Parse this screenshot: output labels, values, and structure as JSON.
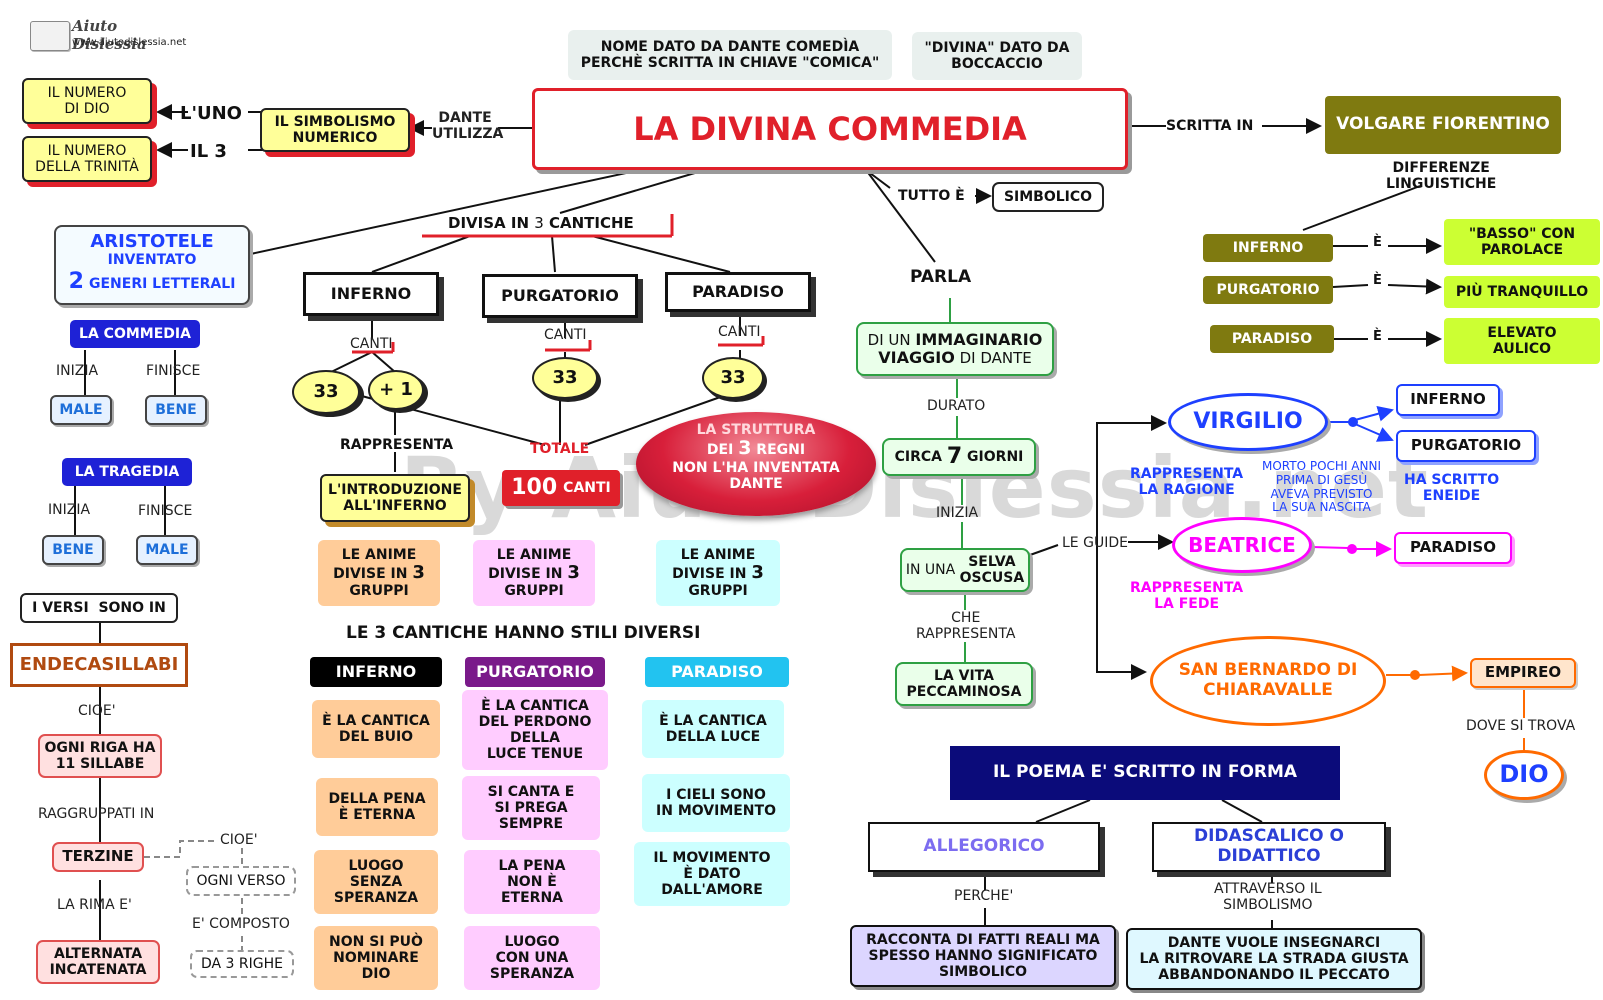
{
  "logo": {
    "name": "Aiuto Dislessia",
    "url": "www.aiutodislessia.net"
  },
  "watermark": "By AiutoDislessia.net",
  "title": "LA DIVINA COMMEDIA",
  "note_comedia": "NOME DATO DA DANTE COMEDÌA\nPERCHÈ SCRITTA IN CHIAVE \"COMICA\"",
  "note_divina": "\"DIVINA\" DATO DA\nBOCCACCIO",
  "symbolism": {
    "dante_utilizza": "DANTE\nUTILIZZA",
    "node": "IL SIMBOLISMO\nNUMERICO",
    "luno": "L'UNO",
    "il3": "IL 3",
    "numero_dio": "IL NUMERO\nDI DIO",
    "numero_trinita": "IL NUMERO\nDELLA TRINITÀ"
  },
  "aristotele": {
    "title": "ARISTOTELE",
    "sub": "INVENTATO",
    "num": "2",
    "generi": "GENERI LETTERALI"
  },
  "commedia_box": {
    "title": "LA COMMEDIA",
    "inizia": "INIZIA",
    "finisce": "FINISCE",
    "start": "MALE",
    "end": "BENE"
  },
  "tragedia_box": {
    "title": "LA TRAGEDIA",
    "inizia": "INIZIA",
    "finisce": "FINISCE",
    "start": "BENE",
    "end": "MALE"
  },
  "versi": {
    "title": "I VERSI  SONO IN",
    "endecasillabi": "ENDECASILLABI",
    "cioe1": "CIOE'",
    "riga": "OGNI RIGA HA\n11 SILLABE",
    "raggruppati": "RAGGRUPPATI IN",
    "terzine": "TERZINE",
    "cioe2": "CIOE'",
    "ogni_verso": "OGNI VERSO",
    "composto": "E' COMPOSTO",
    "tre_righe": "DA 3 RIGHE",
    "rima": "LA RIMA E'",
    "alternata": "ALTERNATA\nINCATENATA"
  },
  "divisa": {
    "prefix": "DIVISA IN ",
    "num": "3",
    "suffix": " CANTICHE"
  },
  "cantiche": [
    {
      "name": "INFERNO",
      "canti": "CANTI",
      "a": "33",
      "b": "+ 1"
    },
    {
      "name": "PURGATORIO",
      "canti": "CANTI",
      "a": "33"
    },
    {
      "name": "PARADISO",
      "canti": "CANTI",
      "a": "33"
    }
  ],
  "rappresenta": "RAPPRESENTA",
  "introduzione": "L'INTRODUZIONE\nALL'INFERNO",
  "totale": "TOTALE",
  "cento": {
    "num": "100",
    "unit": "CANTI"
  },
  "struttura": {
    "l1": "LA STRUTTURA",
    "l2a": "DEI ",
    "l2n": "3",
    "l2b": " REGNI",
    "l3": "NON L'HA INVENTATA",
    "l4": "DANTE"
  },
  "anime": {
    "l1": "LE ANIME",
    "l2": "DIVISE IN ",
    "n": "3",
    "l3": "GRUPPI"
  },
  "stili_title": "LE 3 CANTICHE HANNO STILI DIVERSI",
  "stili": {
    "inferno": {
      "head": "INFERNO",
      "items": [
        "È LA CANTICA\nDEL BUIO",
        "DELLA PENA\nÈ ETERNA",
        "LUOGO\nSENZA\nSPERANZA",
        "NON SI PUÒ\nNOMINARE\nDIO"
      ]
    },
    "purgatorio": {
      "head": "PURGATORIO",
      "items": [
        "È LA CANTICA\nDEL PERDONO\nDELLA\nLUCE TENUE",
        "SI CANTA E\nSI PREGA\nSEMPRE",
        "LA PENA\nNON È\nETERNA",
        "LUOGO\nCON UNA\nSPERANZA"
      ]
    },
    "paradiso": {
      "head": "PARADISO",
      "items": [
        "È LA CANTICA\nDELLA LUCE",
        "I CIELI SONO\nIN MOVIMENTO",
        "IL MOVIMENTO\nÈ DATO\nDALL'AMORE"
      ]
    }
  },
  "simbolico": {
    "tutto": "TUTTO È",
    "value": "SIMBOLICO"
  },
  "viaggio": {
    "parla": "PARLA",
    "node_pre": "DI UN ",
    "node_b1": "IMMAGINARIO",
    "node_b2": "VIAGGIO",
    "node_post": " DI DANTE",
    "durato": "DURATO",
    "circa": "CIRCA ",
    "num": "7",
    "giorni": " GIORNI",
    "inizia": "INIZIA",
    "selva_pre": "IN UNA ",
    "selva": "SELVA\nOSCUSA",
    "che": "CHE\nRAPPRESENTA",
    "vita": "LA VITA\nPECCAMINOSA"
  },
  "volgare": {
    "scritta": "SCRITTA IN",
    "node": "VOLGARE FIORENTINO",
    "differenze": "DIFFERENZE\nLINGUISTICHE",
    "e": "È",
    "rows": [
      {
        "left": "INFERNO",
        "right": "\"BASSO\" CON\nPAROLACE"
      },
      {
        "left": "PURGATORIO",
        "right": "PIÙ TRANQUILLO"
      },
      {
        "left": "PARADISO",
        "right": "ELEVATO\nAULICO"
      }
    ]
  },
  "guide": {
    "label": "LE GUIDE",
    "virgilio": "VIRGILIO",
    "virgilio_inferno": "INFERNO",
    "virgilio_purgatorio": "PURGATORIO",
    "rappresenta_ragione": "RAPPRESENTA\nLA RAGIONE",
    "morto": "MORTO POCHI ANNI\nPRIMA DI GESÙ\nAVEVA PREVISTO\nLA SUA NASCITA",
    "eneide": "HA SCRITTO\nENEIDE",
    "beatrice": "BEATRICE",
    "beatrice_paradiso": "PARADISO",
    "rappresenta_fede": "RAPPRESENTA\nLA FEDE",
    "bernardo": "SAN BERNARDO DI\nCHIARAVALLE",
    "empireo": "EMPIREO",
    "dove": "DOVE SI TROVA",
    "dio": "DIO"
  },
  "poema": {
    "title": "IL POEMA E' SCRITTO IN FORMA",
    "allegorico": "ALLEGORICO",
    "didascalico": "DIDASCALICO O\nDIDATTICO",
    "perche": "PERCHE'",
    "attraverso": "ATTRAVERSO IL\nSIMBOLISMO",
    "racconta": "RACCONTA DI FATTI REALI MA\nSPESSO HANNO SIGNIFICATO\nSIMBOLICO",
    "dante_vuole": "DANTE VUOLE INSEGNARCI\nLA RITROVARE LA STRADA GIUSTA\nABBANDONANDO IL PECCATO"
  },
  "colors": {
    "red": "#e0202a",
    "olive": "#7f7a10",
    "lime": "#ccff33",
    "blue": "#1e40ff",
    "magenta": "#ff00ff",
    "orange": "#ff6a00",
    "navy": "#0b0b7a"
  }
}
